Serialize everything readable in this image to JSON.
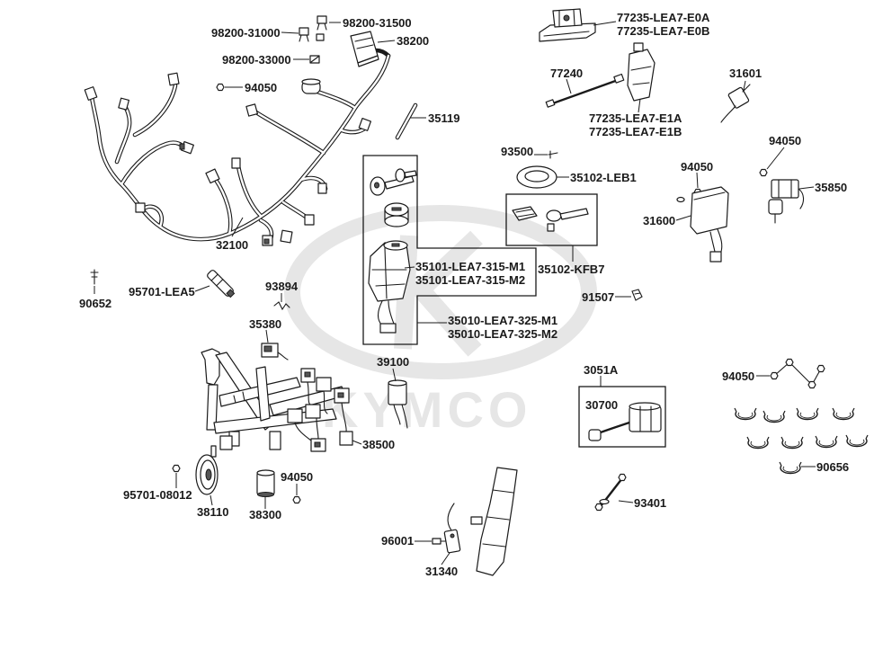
{
  "colors": {
    "ink": "#1a1a1a",
    "background": "#ffffff",
    "watermark": "#e6e6e6"
  },
  "watermark": {
    "brand": "KYMCO"
  },
  "callouts": [
    "98200-31000",
    "98200-31500",
    "38200",
    "98200-33000",
    "94050",
    "35119",
    "32100",
    "90652",
    "95701-LEA5",
    "93894",
    "35380",
    "35101-LEA7-315-M1",
    "35101-LEA7-315-M2",
    "35010-LEA7-325-M1",
    "35010-LEA7-325-M2",
    "39100",
    "38500",
    "95701-08012",
    "38110",
    "94050",
    "38300",
    "96001",
    "31340",
    "77235-LEA7-E0A",
    "77235-LEA7-E0B",
    "77240",
    "77235-LEA7-E1A",
    "77235-LEA7-E1B",
    "31601",
    "93500",
    "35102-LEB1",
    "94050",
    "94050",
    "35850",
    "31600",
    "35102-KFB7",
    "91507",
    "3051A",
    "30700",
    "94050",
    "90656",
    "93401"
  ]
}
